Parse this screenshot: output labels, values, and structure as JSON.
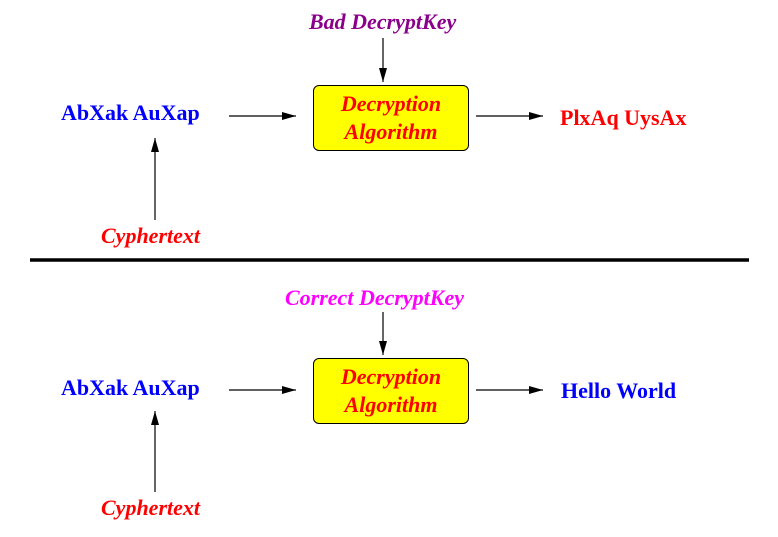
{
  "top_scenario": {
    "key_label": "Bad DecryptKey",
    "input_label": "AbXak AuXap",
    "algorithm_line1": "Decryption",
    "algorithm_line2": "Algorithm",
    "output_label": "PlxAq UysAx",
    "source_label": "Cyphertext"
  },
  "bottom_scenario": {
    "key_label": "Correct DecryptKey",
    "input_label": "AbXak AuXap",
    "algorithm_line1": "Decryption",
    "algorithm_line2": "Algorithm",
    "output_label": "Hello World",
    "source_label": "Cyphertext"
  },
  "colors": {
    "plain_text": "#0000ff",
    "emphasis_text": "#ff0000",
    "bad_key": "#8b008b",
    "correct_key": "#ff00ff",
    "algorithm_box_fill": "#ffff00"
  }
}
